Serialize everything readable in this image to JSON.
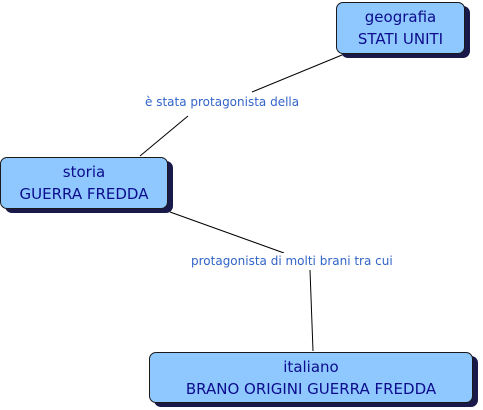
{
  "nodes": {
    "geografia": {
      "line1": "geografia",
      "line2": "STATI UNITI"
    },
    "storia": {
      "line1": "storia",
      "line2": "GUERRA FREDDA"
    },
    "italiano": {
      "line1": "italiano",
      "line2": "BRANO ORIGINI GUERRA FREDDA"
    }
  },
  "links": {
    "storia_geografia": "è stata protagonista della",
    "storia_italiano": "protagonista di molti brani tra cui"
  },
  "colors": {
    "node_fill": "#8ec8ff",
    "node_text": "#0c0c8c",
    "link_text": "#3264c8",
    "line": "#000000"
  }
}
